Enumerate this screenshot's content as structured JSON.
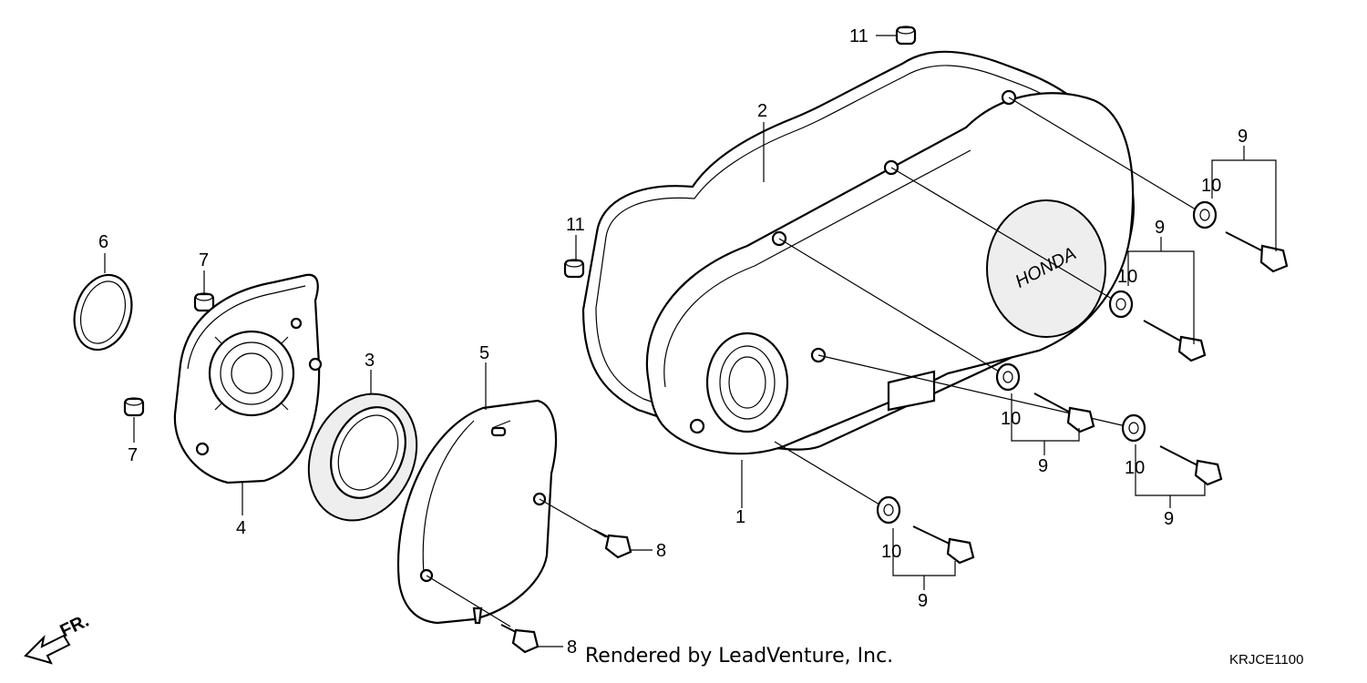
{
  "callouts": {
    "c1": "1",
    "c2": "2",
    "c3": "3",
    "c4": "4",
    "c5": "5",
    "c6": "6",
    "c7a": "7",
    "c7b": "7",
    "c8a": "8",
    "c8b": "8",
    "c9a": "9",
    "c9b": "9",
    "c9c": "9",
    "c9d": "9",
    "c9e": "9",
    "c10a": "10",
    "c10b": "10",
    "c10c": "10",
    "c10d": "10",
    "c10e": "10",
    "c11a": "11",
    "c11b": "11"
  },
  "direction_marker": "FR.",
  "brand_text": "HONDA",
  "caption": "Rendered by LeadVenture, Inc.",
  "diagram_code": "KRJCE1100"
}
